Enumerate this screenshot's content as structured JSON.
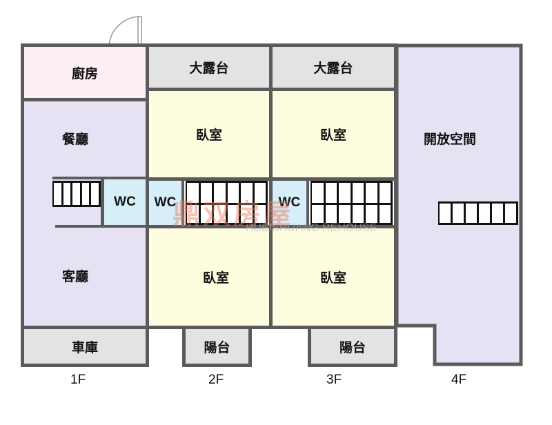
{
  "rooms": {
    "kitchen": "廚房",
    "dining": "餐廳",
    "living": "客廳",
    "garage": "車庫",
    "terrace_2f": "大露台",
    "terrace_3f": "大露台",
    "bedroom_2f_top": "臥室",
    "bedroom_2f_bottom": "臥室",
    "bedroom_3f_top": "臥室",
    "bedroom_3f_bottom": "臥室",
    "balcony_2f": "陽台",
    "balcony_3f": "陽台",
    "open_space_4f": "開放空間",
    "wc_1f": "WC",
    "wc_2f": "WC",
    "wc_3f": "WC"
  },
  "floors": [
    "1F",
    "2F",
    "3F",
    "4F"
  ],
  "watermark": {
    "text": "鼎双房屋",
    "subtext": "HUEISHUANG REHOUSE"
  },
  "colors": {
    "wall": "#5b5b5b",
    "kitchen": "#fdeef2",
    "living": "#e6e2f4",
    "terrace": "#e3e3e3",
    "bedroom": "#fefde0",
    "wc": "#d5eef8"
  }
}
